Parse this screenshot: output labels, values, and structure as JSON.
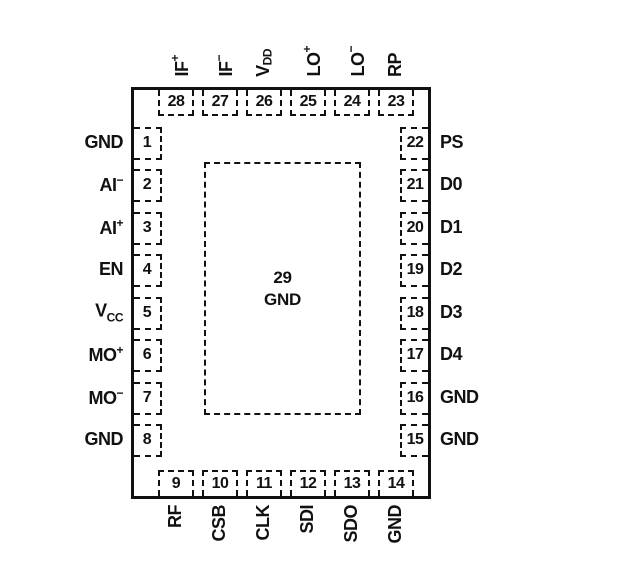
{
  "colors": {
    "ink": "#111111",
    "background": "#ffffff"
  },
  "package": {
    "center_pad": {
      "number": "29",
      "label": "GND"
    },
    "pins": {
      "top": [
        {
          "number": "28",
          "label": {
            "text": "IF",
            "sup": "+"
          }
        },
        {
          "number": "27",
          "label": {
            "text": "IF",
            "sup": "−"
          }
        },
        {
          "number": "26",
          "label": {
            "text": "V",
            "sub": "DD"
          }
        },
        {
          "number": "25",
          "label": {
            "text": "LO",
            "sup": "+"
          }
        },
        {
          "number": "24",
          "label": {
            "text": "LO",
            "sup": "−"
          }
        },
        {
          "number": "23",
          "label": {
            "text": "RP"
          }
        }
      ],
      "left": [
        {
          "number": "1",
          "label": {
            "text": "GND"
          }
        },
        {
          "number": "2",
          "label": {
            "text": "AI",
            "sup": "−"
          }
        },
        {
          "number": "3",
          "label": {
            "text": "AI",
            "sup": "+"
          }
        },
        {
          "number": "4",
          "label": {
            "text": "EN"
          }
        },
        {
          "number": "5",
          "label": {
            "text": "V",
            "sub": "CC"
          }
        },
        {
          "number": "6",
          "label": {
            "text": "MO",
            "sup": "+"
          }
        },
        {
          "number": "7",
          "label": {
            "text": "MO",
            "sup": "−"
          }
        },
        {
          "number": "8",
          "label": {
            "text": "GND"
          }
        }
      ],
      "right": [
        {
          "number": "22",
          "label": {
            "text": "PS"
          }
        },
        {
          "number": "21",
          "label": {
            "text": "D0"
          }
        },
        {
          "number": "20",
          "label": {
            "text": "D1"
          }
        },
        {
          "number": "19",
          "label": {
            "text": "D2"
          }
        },
        {
          "number": "18",
          "label": {
            "text": "D3"
          }
        },
        {
          "number": "17",
          "label": {
            "text": "D4"
          }
        },
        {
          "number": "16",
          "label": {
            "text": "GND"
          }
        },
        {
          "number": "15",
          "label": {
            "text": "GND"
          }
        }
      ],
      "bottom": [
        {
          "number": "9",
          "label": {
            "text": "RF"
          }
        },
        {
          "number": "10",
          "label": {
            "text": "CSB"
          }
        },
        {
          "number": "11",
          "label": {
            "text": "CLK"
          }
        },
        {
          "number": "12",
          "label": {
            "text": "SDI"
          }
        },
        {
          "number": "13",
          "label": {
            "text": "SDO"
          }
        },
        {
          "number": "14",
          "label": {
            "text": "GND"
          }
        }
      ]
    }
  }
}
